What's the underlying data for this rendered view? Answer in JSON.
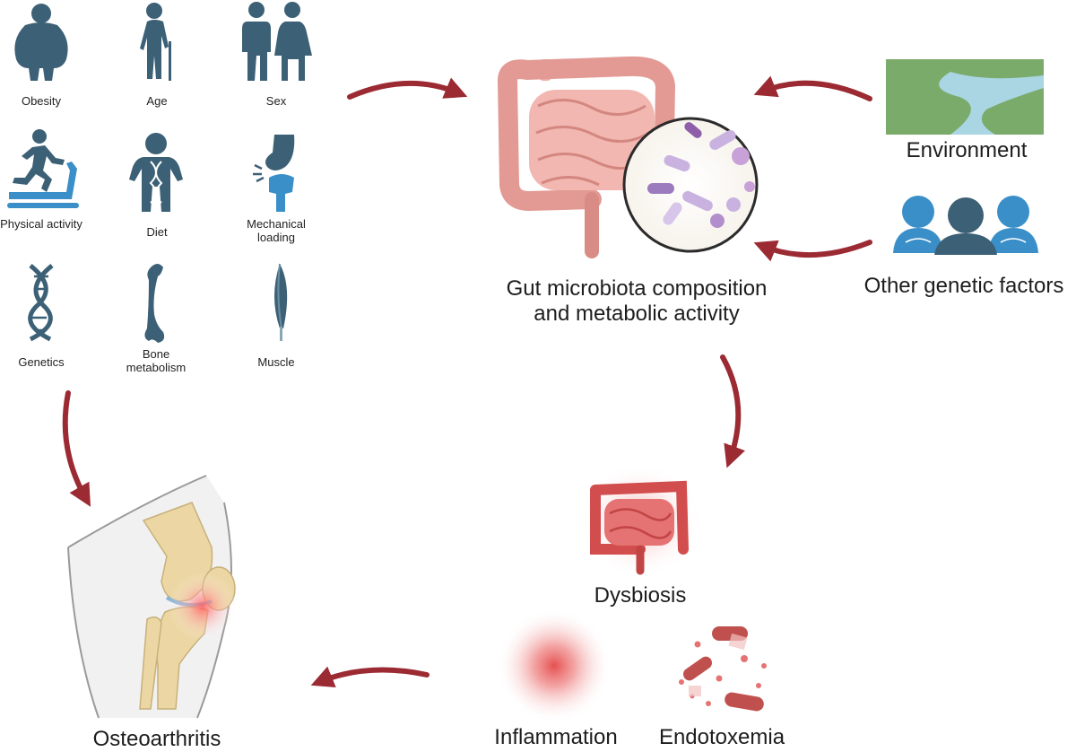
{
  "risk_factors": [
    {
      "label": "Obesity",
      "icon": "obesity-icon"
    },
    {
      "label": "Age",
      "icon": "elderly-person-icon"
    },
    {
      "label": "Sex",
      "icon": "man-woman-icon"
    },
    {
      "label": "Physical activity",
      "icon": "treadmill-runner-icon"
    },
    {
      "label": "Diet",
      "icon": "person-dna-icon"
    },
    {
      "label": "Mechanical loading",
      "icon": "joint-loading-icon"
    },
    {
      "label": "Genetics",
      "icon": "dna-helix-icon"
    },
    {
      "label": "Bone metabolism",
      "icon": "bone-icon"
    },
    {
      "label": "Muscle",
      "icon": "muscle-icon"
    }
  ],
  "gut": {
    "label": "Gut microbiota composition and metabolic activity",
    "line1": "Gut microbiota composition",
    "line2": "and metabolic activity",
    "icon": "intestine-microbes-icon"
  },
  "environment": {
    "label": "Environment",
    "icon": "landscape-river-icon"
  },
  "genetic": {
    "label": "Other genetic factors",
    "icon": "people-dna-icon"
  },
  "dysbiosis": {
    "label": "Dysbiosis",
    "icon": "inflamed-intestine-icon"
  },
  "inflammation": {
    "label": "Inflammation",
    "icon": "inflammation-glow-icon"
  },
  "endotoxemia": {
    "label": "Endotoxemia",
    "icon": "bacteria-lysis-icon"
  },
  "outcome": {
    "label": "Osteoarthritis",
    "icon": "knee-joint-icon"
  },
  "colors": {
    "icon": "#3c6076",
    "arrow": "#9b2a33",
    "gut": "#e39a95",
    "accent_blue": "#3a8fc8",
    "red_glow": "#e8443f",
    "green": "#7aab6a"
  }
}
